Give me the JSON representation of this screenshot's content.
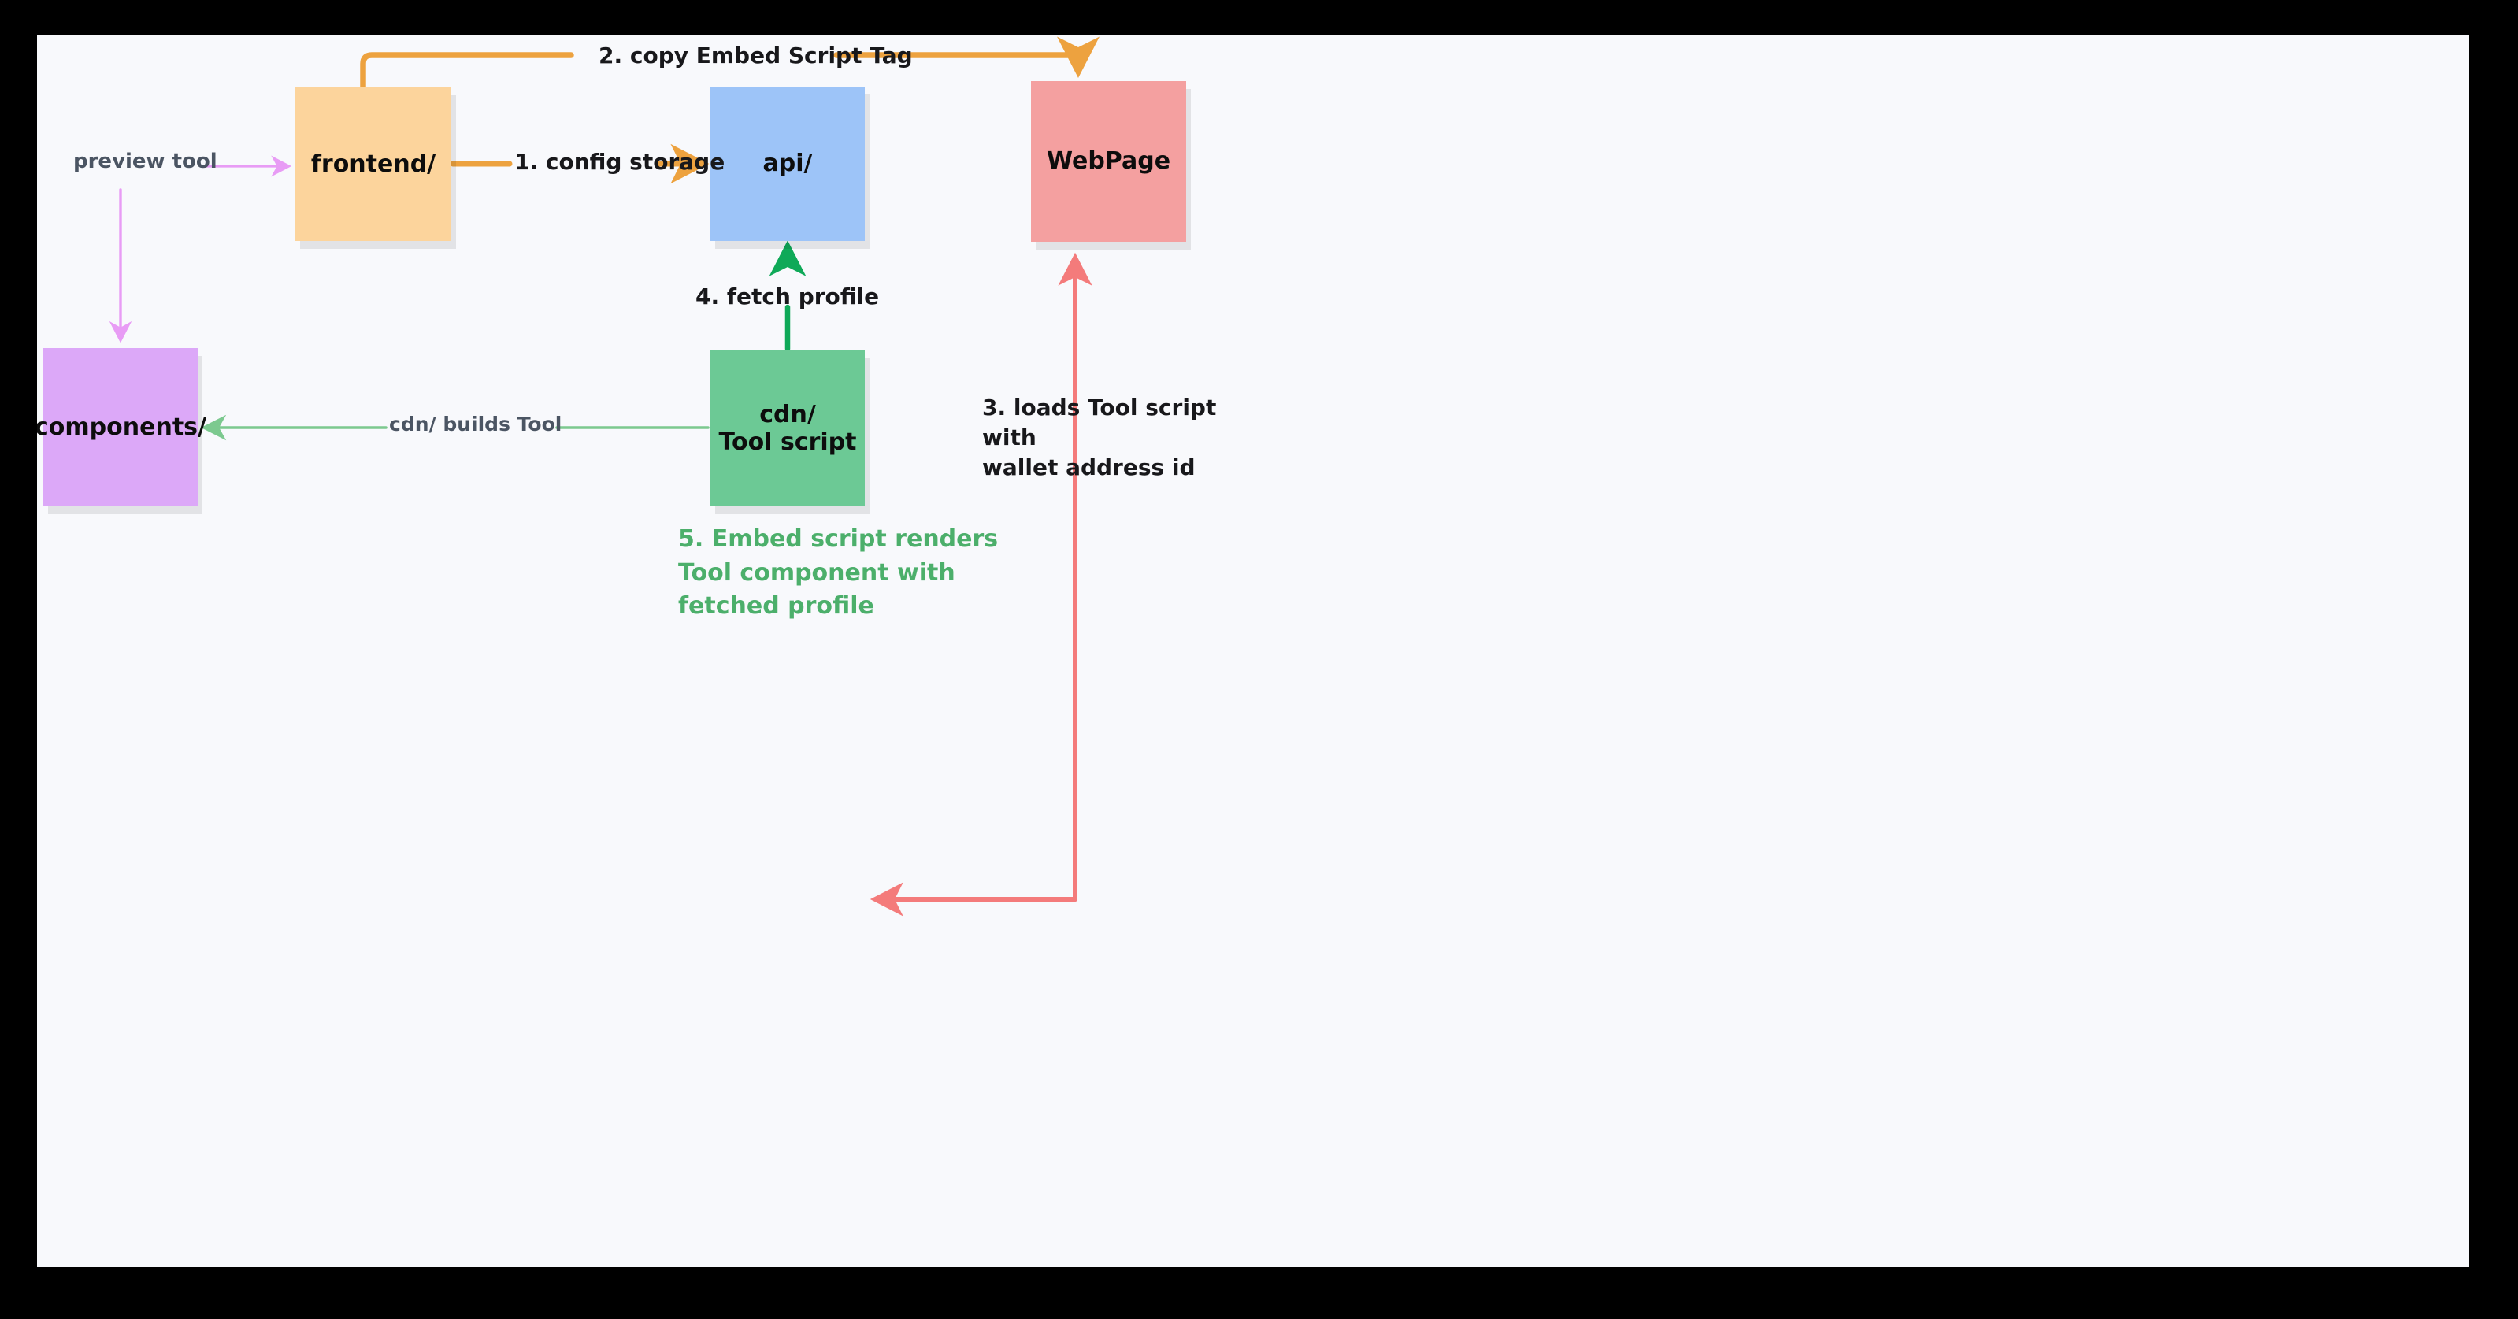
{
  "diagram": {
    "title": "Embed Tool architecture flow",
    "background": "#f8f9fc",
    "frame_color": "#000000",
    "nodes": [
      {
        "id": "frontend",
        "label": "frontend/",
        "color": "#fcd49c"
      },
      {
        "id": "api",
        "label": "api/",
        "color": "#9dc4f8"
      },
      {
        "id": "webpage",
        "label": "WebPage",
        "color": "#f4a0a0"
      },
      {
        "id": "components",
        "label": "components/",
        "color": "#dca8f8"
      },
      {
        "id": "cdn",
        "label": "cdn/\nTool script",
        "color": "#6cc995"
      }
    ],
    "edges": [
      {
        "id": "preview-tool",
        "label": "preview tool",
        "from": "(left)",
        "to": "frontend",
        "color": "#e89cf5",
        "style": "solid-arrow"
      },
      {
        "id": "preview-down",
        "label": "",
        "from": "preview",
        "to": "components",
        "color": "#e89cf5",
        "style": "solid-arrow"
      },
      {
        "id": "config-storage",
        "label": "1. config storage",
        "from": "frontend",
        "to": "api",
        "color": "#eda23f",
        "style": "solid-arrow"
      },
      {
        "id": "copy-embed",
        "label": "2. copy Embed Script Tag",
        "from": "frontend",
        "to": "webpage",
        "color": "#eda23f",
        "style": "elbow-arrow"
      },
      {
        "id": "loads-tool",
        "label": "3. loads Tool script\nwith\nwallet address id",
        "from": "webpage",
        "to": "cdn",
        "color": "#f47b7b",
        "style": "elbow-arrow"
      },
      {
        "id": "fetch-profile",
        "label": "4. fetch profile",
        "from": "cdn",
        "to": "api",
        "color": "#0fa958",
        "style": "solid-arrow"
      },
      {
        "id": "cdn-builds",
        "label": "cdn/ builds Tool",
        "from": "cdn",
        "to": "components",
        "color": "#7cc98f",
        "style": "solid-arrow"
      }
    ],
    "notes": [
      {
        "id": "embed-renders",
        "label": "5. Embed script renders\nTool component with\nfetched profile",
        "color": "#4caf6b"
      }
    ]
  }
}
